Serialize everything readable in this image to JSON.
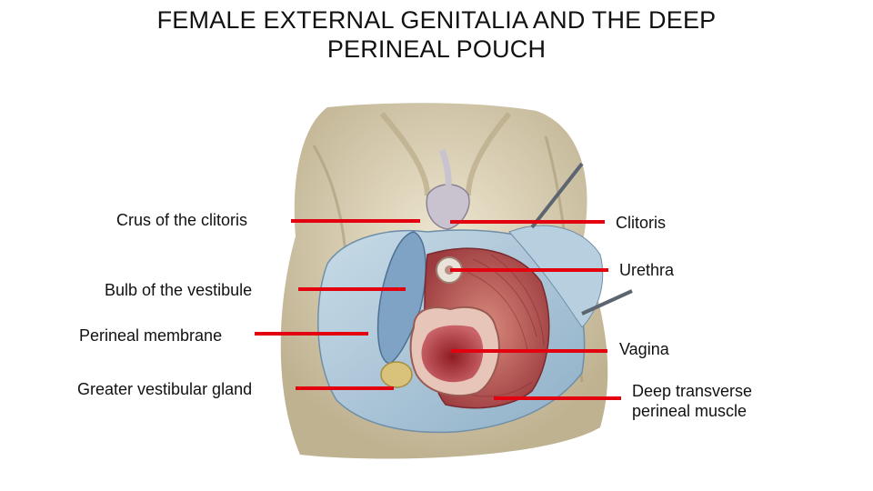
{
  "title": {
    "line1": "FEMALE EXTERNAL GENITALIA AND THE DEEP",
    "line2": "PERINEAL POUCH"
  },
  "labels": {
    "crus": "Crus of the clitoris",
    "bulb": "Bulb of the vestibule",
    "membrane": "Perineal membrane",
    "gland": "Greater vestibular gland",
    "clitoris": "Clitoris",
    "urethra": "Urethra",
    "vagina": "Vagina",
    "deep_transverse": "Deep transverse perineal muscle"
  },
  "colors": {
    "leader": "#e3000f",
    "skin": "#d9cfb4",
    "membrane": "#a9c3d6",
    "muscle": "#b8454a",
    "bulb": "#7ea3c4",
    "gland": "#d9c37a"
  }
}
